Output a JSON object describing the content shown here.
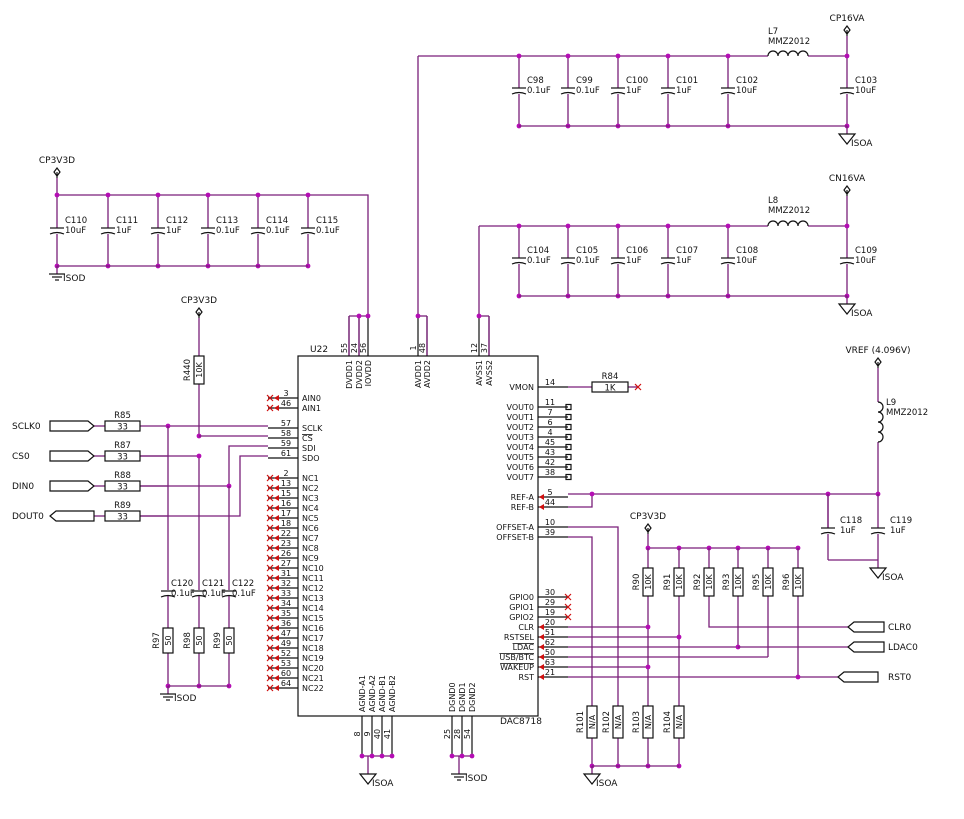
{
  "ic": {
    "ref": "U22",
    "part": "DAC8718",
    "top_pins": [
      {
        "num": "55",
        "name": "DVDD1"
      },
      {
        "num": "24",
        "name": "DVDD2"
      },
      {
        "num": "56",
        "name": "IOVDD"
      },
      {
        "num": "1",
        "name": "AVDD1"
      },
      {
        "num": "48",
        "name": "AVDD2"
      },
      {
        "num": "12",
        "name": "AVSS1"
      },
      {
        "num": "37",
        "name": "AVSS2"
      }
    ],
    "left_pins": [
      {
        "num": "3",
        "name": "AIN0"
      },
      {
        "num": "46",
        "name": "AIN1"
      },
      {
        "num": "57",
        "name": "SCLK"
      },
      {
        "num": "58",
        "name": "CS"
      },
      {
        "num": "59",
        "name": "SDI"
      },
      {
        "num": "61",
        "name": "SDO"
      },
      {
        "num": "2",
        "name": "NC1"
      },
      {
        "num": "13",
        "name": "NC2"
      },
      {
        "num": "15",
        "name": "NC3"
      },
      {
        "num": "16",
        "name": "NC4"
      },
      {
        "num": "17",
        "name": "NC5"
      },
      {
        "num": "18",
        "name": "NC6"
      },
      {
        "num": "22",
        "name": "NC7"
      },
      {
        "num": "23",
        "name": "NC8"
      },
      {
        "num": "26",
        "name": "NC9"
      },
      {
        "num": "27",
        "name": "NC10"
      },
      {
        "num": "31",
        "name": "NC11"
      },
      {
        "num": "32",
        "name": "NC12"
      },
      {
        "num": "33",
        "name": "NC13"
      },
      {
        "num": "34",
        "name": "NC14"
      },
      {
        "num": "35",
        "name": "NC15"
      },
      {
        "num": "36",
        "name": "NC16"
      },
      {
        "num": "47",
        "name": "NC17"
      },
      {
        "num": "49",
        "name": "NC18"
      },
      {
        "num": "52",
        "name": "NC19"
      },
      {
        "num": "53",
        "name": "NC20"
      },
      {
        "num": "60",
        "name": "NC21"
      },
      {
        "num": "64",
        "name": "NC22"
      }
    ],
    "right_pins": [
      {
        "num": "14",
        "name": "VMON"
      },
      {
        "num": "11",
        "name": "VOUT0"
      },
      {
        "num": "7",
        "name": "VOUT1"
      },
      {
        "num": "6",
        "name": "VOUT2"
      },
      {
        "num": "4",
        "name": "VOUT3"
      },
      {
        "num": "45",
        "name": "VOUT4"
      },
      {
        "num": "43",
        "name": "VOUT5"
      },
      {
        "num": "42",
        "name": "VOUT6"
      },
      {
        "num": "38",
        "name": "VOUT7"
      },
      {
        "num": "5",
        "name": "REF-A"
      },
      {
        "num": "44",
        "name": "REF-B"
      },
      {
        "num": "10",
        "name": "OFFSET-A"
      },
      {
        "num": "39",
        "name": "OFFSET-B"
      },
      {
        "num": "30",
        "name": "GPIO0"
      },
      {
        "num": "29",
        "name": "GPIO1"
      },
      {
        "num": "19",
        "name": "GPIO2"
      },
      {
        "num": "20",
        "name": "CLR"
      },
      {
        "num": "51",
        "name": "RSTSEL"
      },
      {
        "num": "62",
        "name": "LDAC"
      },
      {
        "num": "50",
        "name": "USB/BTC"
      },
      {
        "num": "63",
        "name": "WAKEUP"
      },
      {
        "num": "21",
        "name": "RST"
      }
    ],
    "bottom_pins": [
      {
        "num": "8",
        "name": "AGND-A1"
      },
      {
        "num": "9",
        "name": "AGND-A2"
      },
      {
        "num": "40",
        "name": "AGND-B1"
      },
      {
        "num": "41",
        "name": "AGND-B2"
      },
      {
        "num": "25",
        "name": "DGND0"
      },
      {
        "num": "28",
        "name": "DGND1"
      },
      {
        "num": "54",
        "name": "DGND2"
      }
    ]
  },
  "power_nets": {
    "cp3v3d": "CP3V3D",
    "cp16va": "CP16VA",
    "cn16va": "CN16VA",
    "vref": "VREF (4.096V)",
    "isod": "ISOD",
    "isoa": "ISOA"
  },
  "signals": {
    "sclk": "SCLK0",
    "cs": "CS0",
    "din": "DIN0",
    "dout": "DOUT0",
    "clr": "CLR0",
    "ldac": "LDAC0",
    "rst": "RST0"
  },
  "caps_cp3v3d": [
    {
      "ref": "C110",
      "val": "10uF"
    },
    {
      "ref": "C111",
      "val": "1uF"
    },
    {
      "ref": "C112",
      "val": "1uF"
    },
    {
      "ref": "C113",
      "val": "0.1uF"
    },
    {
      "ref": "C114",
      "val": "0.1uF"
    },
    {
      "ref": "C115",
      "val": "0.1uF"
    }
  ],
  "caps_cp16va": [
    {
      "ref": "C98",
      "val": "0.1uF"
    },
    {
      "ref": "C99",
      "val": "0.1uF"
    },
    {
      "ref": "C100",
      "val": "1uF"
    },
    {
      "ref": "C101",
      "val": "1uF"
    },
    {
      "ref": "C102",
      "val": "10uF"
    },
    {
      "ref": "C103",
      "val": "10uF"
    }
  ],
  "caps_cn16va": [
    {
      "ref": "C104",
      "val": "0.1uF"
    },
    {
      "ref": "C105",
      "val": "0.1uF"
    },
    {
      "ref": "C106",
      "val": "1uF"
    },
    {
      "ref": "C107",
      "val": "1uF"
    },
    {
      "ref": "C108",
      "val": "10uF"
    },
    {
      "ref": "C109",
      "val": "10uF"
    }
  ],
  "inductors": [
    {
      "ref": "L7",
      "val": "MMZ2012"
    },
    {
      "ref": "L8",
      "val": "MMZ2012"
    },
    {
      "ref": "L9",
      "val": "MMZ2012"
    }
  ],
  "series_resistors": [
    {
      "ref": "R85",
      "val": "33"
    },
    {
      "ref": "R87",
      "val": "33"
    },
    {
      "ref": "R88",
      "val": "33"
    },
    {
      "ref": "R89",
      "val": "33"
    }
  ],
  "filter_caps": [
    {
      "ref": "C120",
      "val": "0.1uF"
    },
    {
      "ref": "C121",
      "val": "0.1uF"
    },
    {
      "ref": "C122",
      "val": "0.1uF"
    }
  ],
  "filter_res": [
    {
      "ref": "R97",
      "val": "50"
    },
    {
      "ref": "R98",
      "val": "50"
    },
    {
      "ref": "R99",
      "val": "50"
    }
  ],
  "r440": {
    "ref": "R440",
    "val": "10K"
  },
  "r84": {
    "ref": "R84",
    "val": "1K"
  },
  "ref_caps": [
    {
      "ref": "C118",
      "val": "1uF"
    },
    {
      "ref": "C119",
      "val": "1uF"
    }
  ],
  "pullups": [
    {
      "ref": "R90",
      "val": "10K"
    },
    {
      "ref": "R91",
      "val": "10K"
    },
    {
      "ref": "R92",
      "val": "10K"
    },
    {
      "ref": "R93",
      "val": "10K"
    },
    {
      "ref": "R95",
      "val": "10K"
    },
    {
      "ref": "R96",
      "val": "10K"
    }
  ],
  "pulldowns": [
    {
      "ref": "R101",
      "val": "N/A"
    },
    {
      "ref": "R102",
      "val": "N/A"
    },
    {
      "ref": "R103",
      "val": "N/A"
    },
    {
      "ref": "R104",
      "val": "N/A"
    }
  ]
}
